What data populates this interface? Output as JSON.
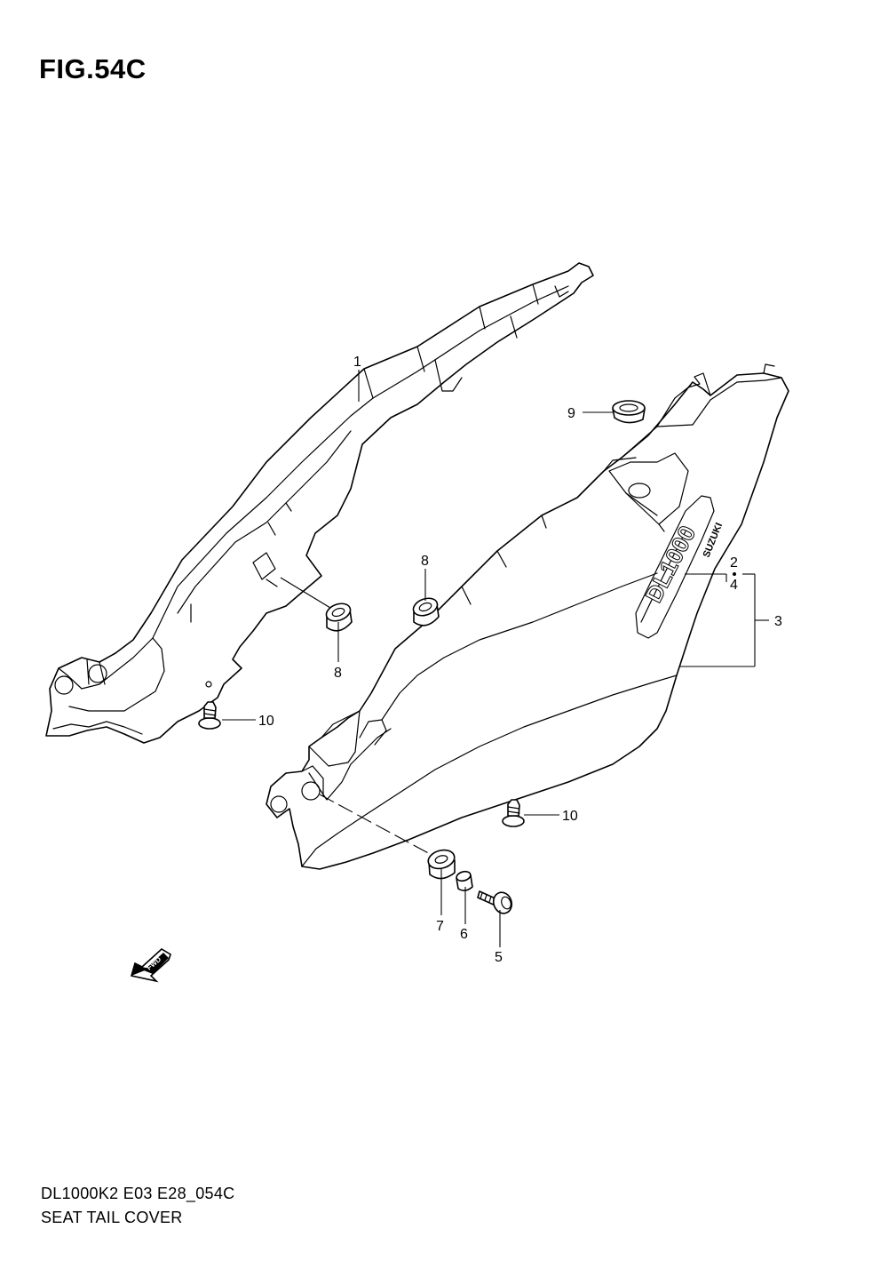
{
  "figure": {
    "title": "FIG.54C",
    "model_code": "DL1000K2 E03 E28_054C",
    "caption": "SEAT TAIL COVER"
  },
  "callouts": {
    "c1": "1",
    "c2": "2",
    "c3": "3",
    "c4": "4",
    "c5": "5",
    "c6": "6",
    "c7": "7",
    "c8a": "8",
    "c8b": "8",
    "c9": "9",
    "c10a": "10",
    "c10b": "10"
  },
  "fwd_marker": "FWD",
  "decal_text": {
    "model": "DL1000",
    "brand": "SUZUKI"
  }
}
